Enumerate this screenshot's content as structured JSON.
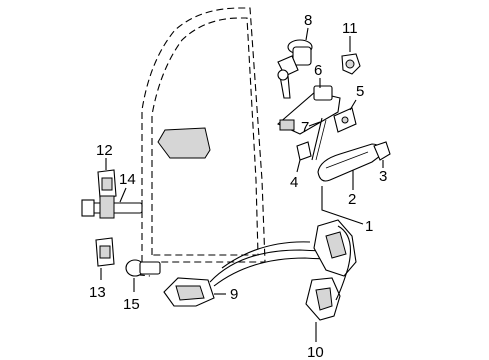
{
  "callouts": {
    "c1": "1",
    "c2": "2",
    "c3": "3",
    "c4": "4",
    "c5": "5",
    "c6": "6",
    "c7": "7",
    "c8": "8",
    "c9": "9",
    "c10": "10",
    "c11": "11",
    "c12": "12",
    "c13": "13",
    "c14": "14",
    "c15": "15"
  },
  "colors": {
    "line": "#000000",
    "background": "#ffffff",
    "shade": "#d6d6d6"
  }
}
